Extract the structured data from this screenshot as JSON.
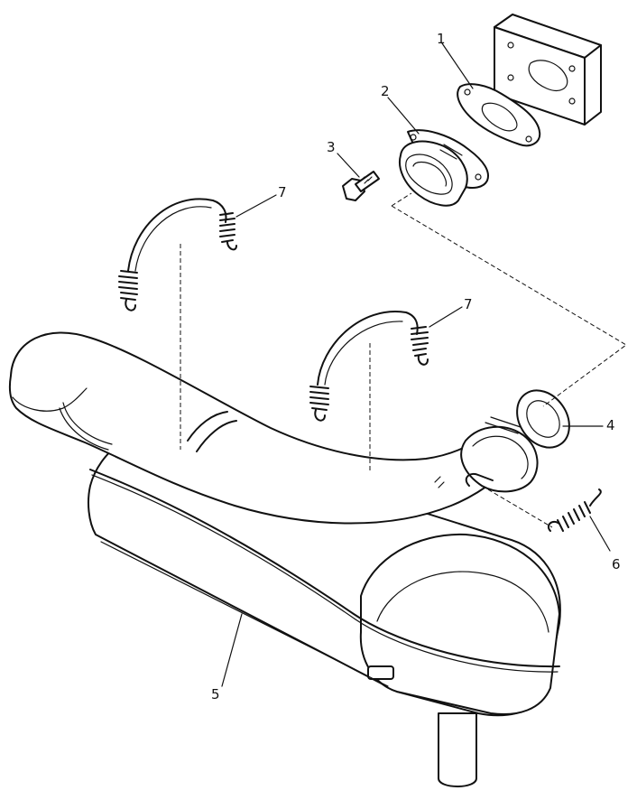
{
  "callouts": [
    {
      "id": "c1",
      "text": "1"
    },
    {
      "id": "c2",
      "text": "2"
    },
    {
      "id": "c3",
      "text": "3"
    },
    {
      "id": "c4",
      "text": "4"
    },
    {
      "id": "c5",
      "text": "5"
    },
    {
      "id": "c6",
      "text": "6"
    },
    {
      "id": "c7a",
      "text": "7"
    },
    {
      "id": "c7b",
      "text": "7"
    }
  ],
  "colors": {
    "ink": "#111111",
    "paper": "#ffffff"
  }
}
